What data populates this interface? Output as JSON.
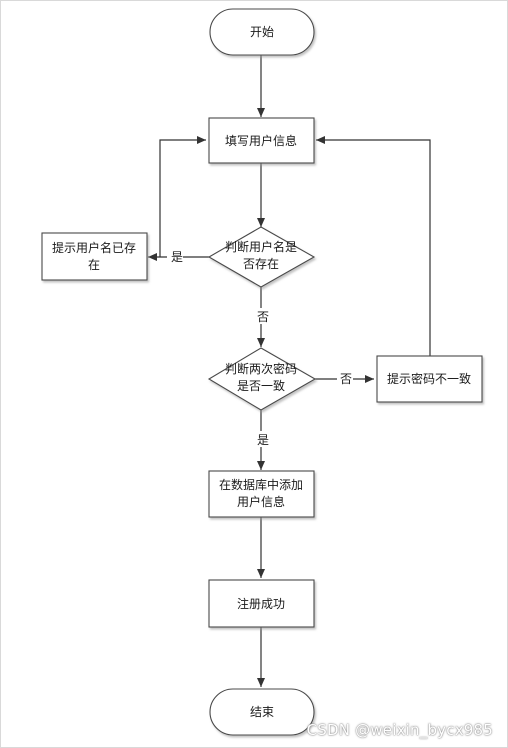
{
  "flowchart": {
    "nodes": {
      "start": "开始",
      "fill_info": "填写用户信息",
      "check_user_line1": "判断用户名是",
      "check_user_line2": "否存在",
      "username_exists_line1": "提示用户名已存",
      "username_exists_line2": "在",
      "check_pwd_line1": "判断两次密码",
      "check_pwd_line2": "是否一致",
      "pwd_mismatch": "提示密码不一致",
      "add_db_line1": "在数据库中添加",
      "add_db_line2": "用户信息",
      "success": "注册成功",
      "end": "结束"
    },
    "edges": {
      "user_exists_yes": "是",
      "user_exists_no": "否",
      "pwd_match_no": "否",
      "pwd_match_yes": "是"
    }
  },
  "watermark": "CSDN @weixin_bycx985"
}
